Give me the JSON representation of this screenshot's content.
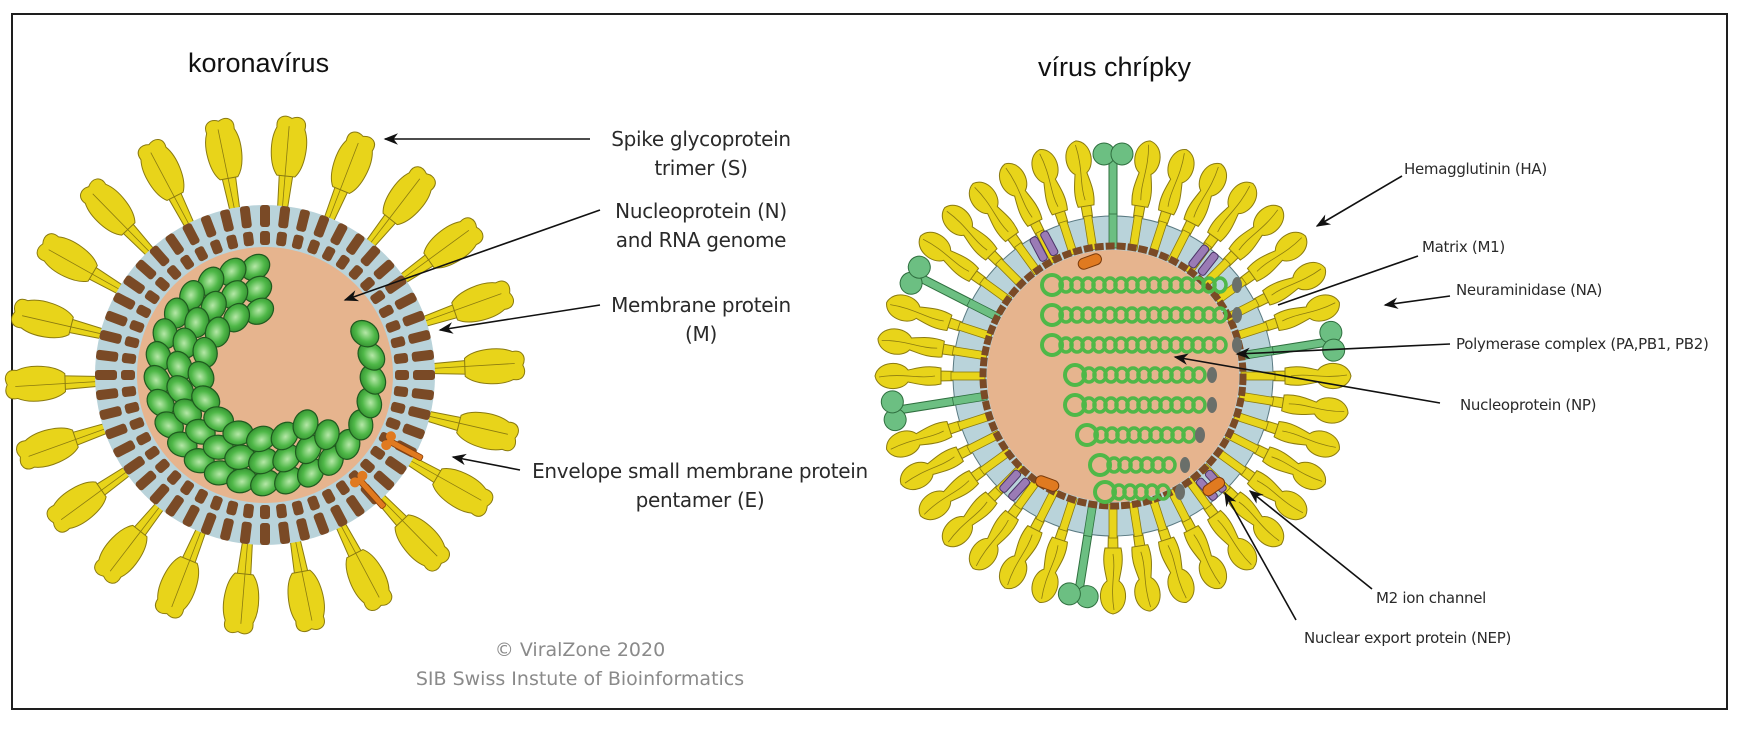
{
  "titles": {
    "coronavirus": "koronavírus",
    "influenza": "vírus chrípky"
  },
  "coronavirus_labels": {
    "spike": [
      "Spike glycoprotein",
      "trimer (S)"
    ],
    "nucleoprotein": [
      "Nucleoprotein (N)",
      "and RNA genome"
    ],
    "membrane": [
      "Membrane protein",
      "(M)"
    ],
    "envelope": [
      "Envelope small membrane protein",
      "pentamer (E)"
    ]
  },
  "influenza_labels": {
    "hemagglutinin": "Hemagglutinin (HA)",
    "matrix": "Matrix (M1)",
    "neuraminidase": "Neuraminidase (NA)",
    "polymerase": "Polymerase complex (PA,PB1, PB2)",
    "nucleoprotein": "Nucleoprotein (NP)",
    "m2": "M2 ion channel",
    "nep": "Nuclear export protein (NEP)"
  },
  "credit": {
    "line1": "© ViralZone 2020",
    "line2": "SIB Swiss Instute of Bioinformatics"
  },
  "colors": {
    "spike_yellow": "#e8d41a",
    "spike_outline": "#8a7a10",
    "membrane_blue": "#b9d3da",
    "m_protein_brown": "#7a4a26",
    "core_tan": "#e6b48e",
    "np_green": "#4fb848",
    "na_green": "#6cbf82",
    "m2_purple": "#9a7bb5",
    "e_orange": "#e07a20",
    "polymerase_gray": "#6a6f6a"
  }
}
